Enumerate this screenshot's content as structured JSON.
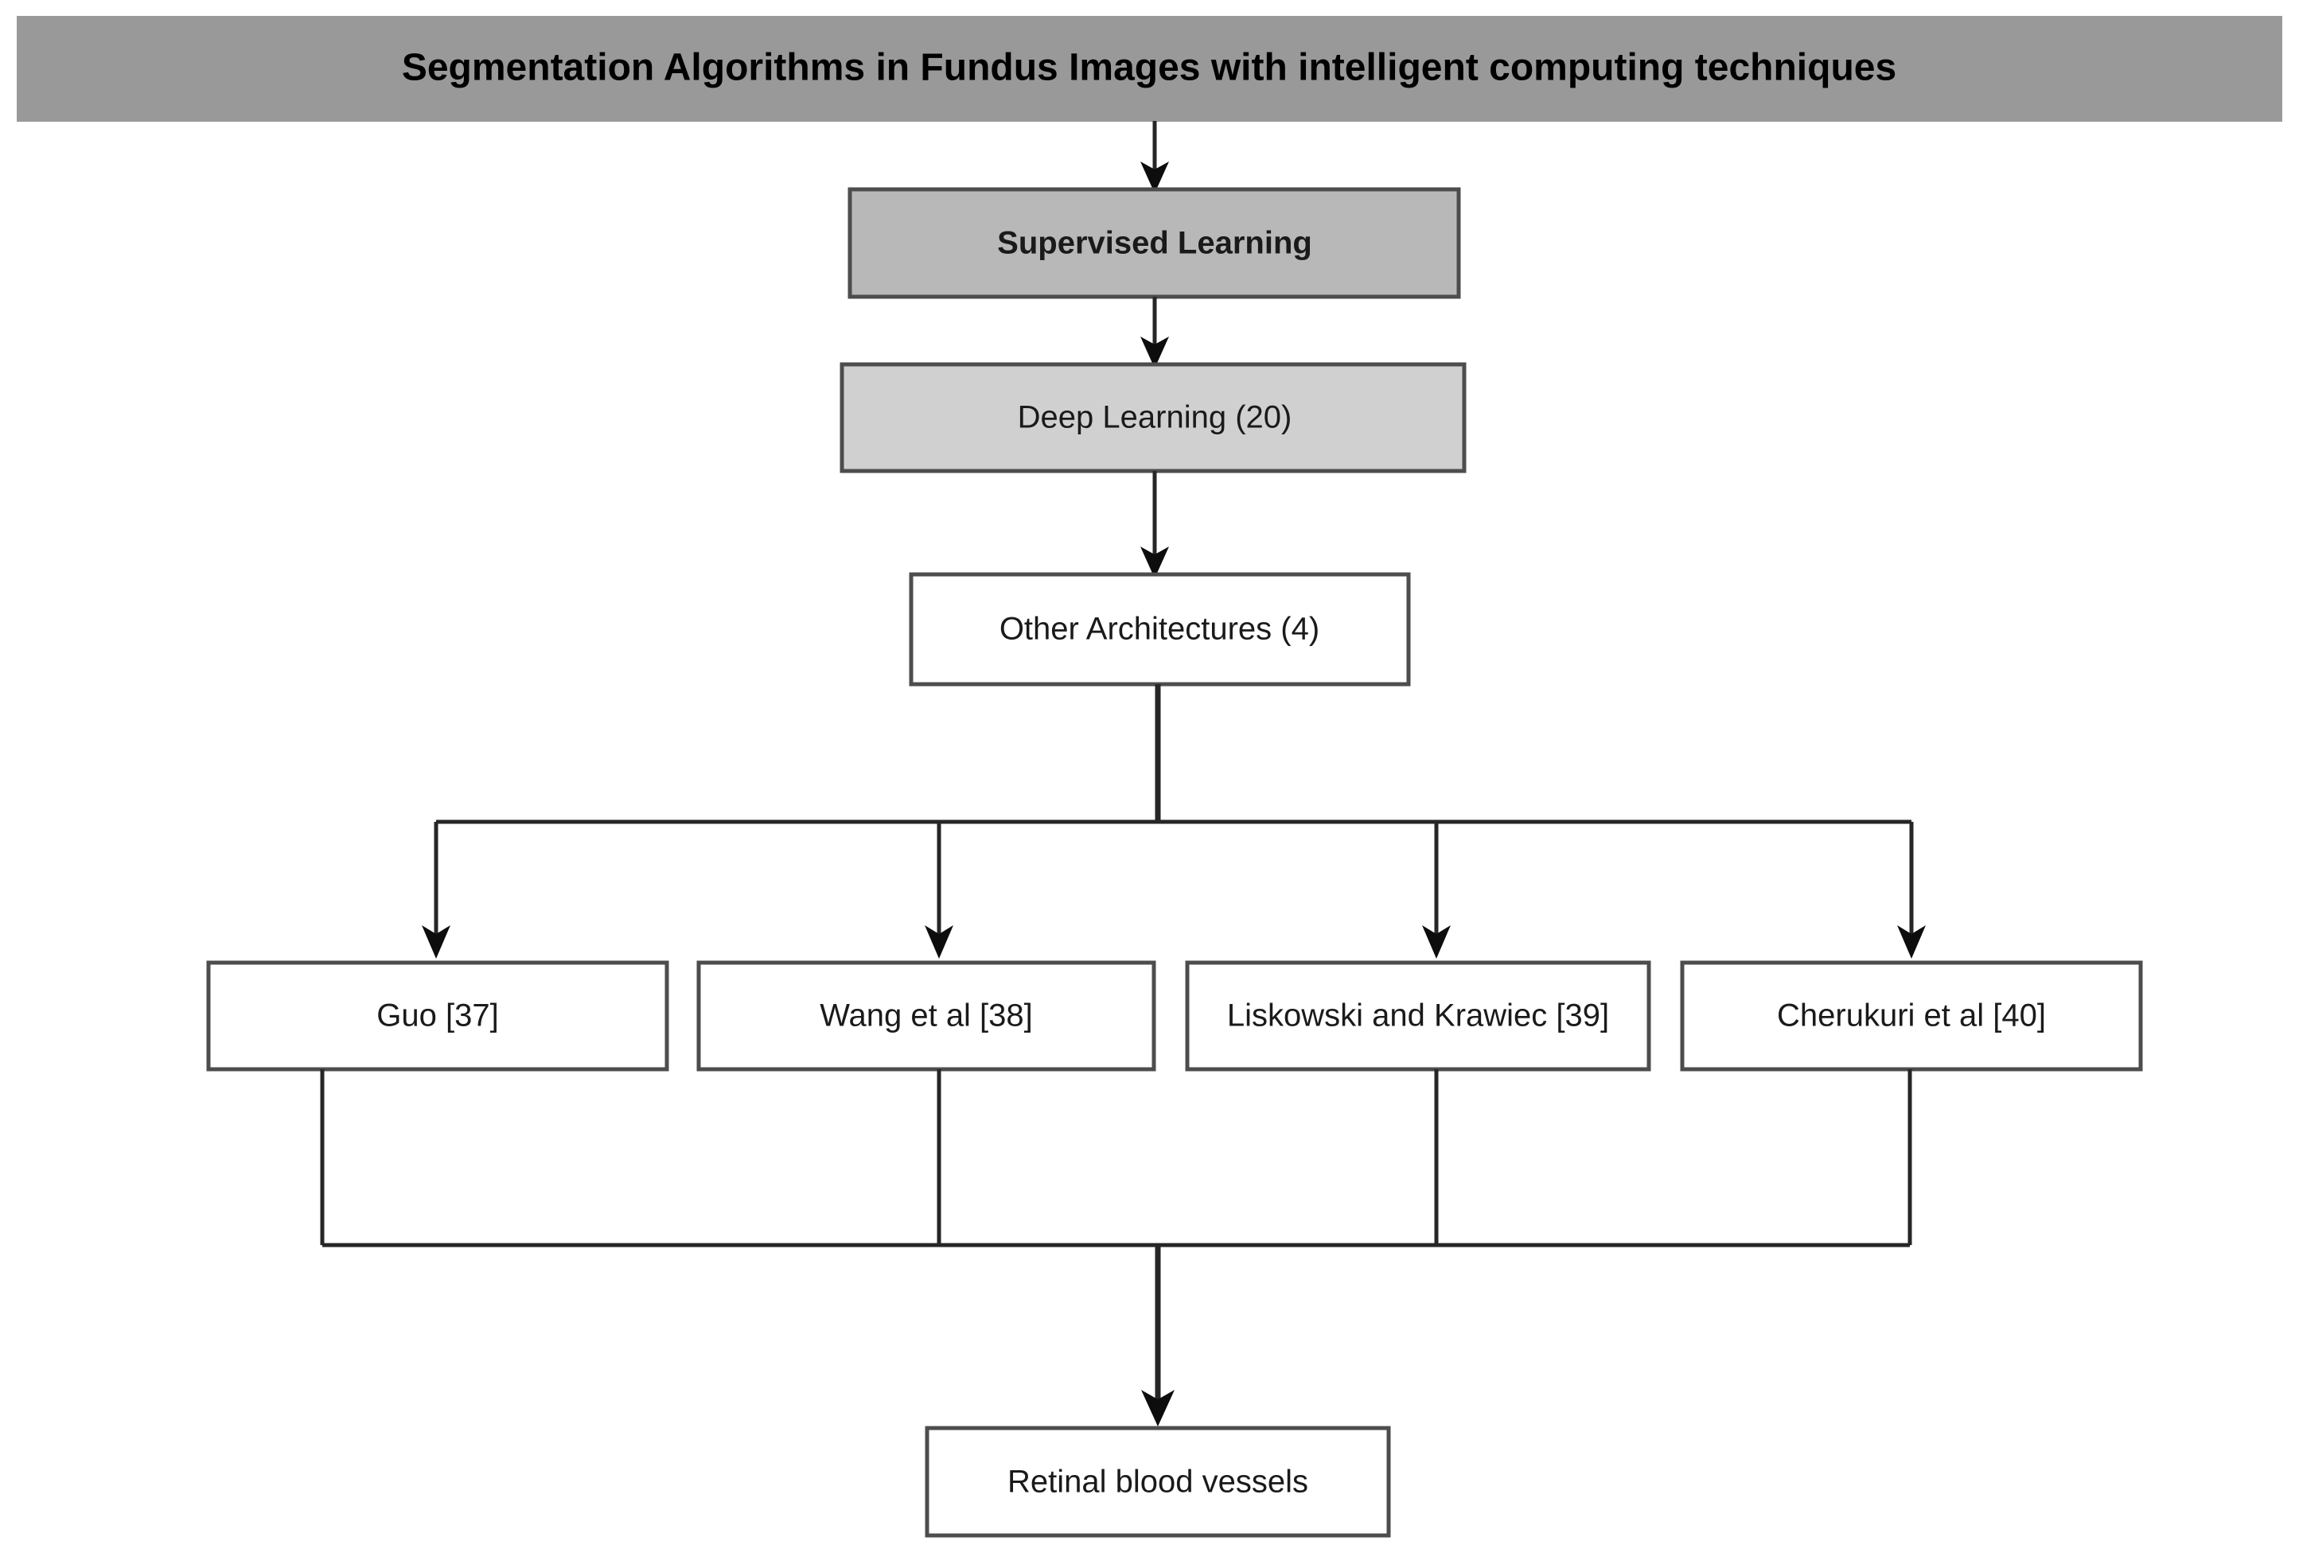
{
  "diagram": {
    "type": "flowchart",
    "orientation": "top-down",
    "background_color": "#ffffff",
    "banner": {
      "title": "Segmentation Algorithms in Fundus Images with intelligent computing techniques",
      "fill_color": "#999999",
      "text_color": "#000000",
      "bold": true
    },
    "nodes": [
      {
        "id": "supervised-learning",
        "label": "Supervised Learning",
        "fill_color": "#b8b8b8",
        "border_color": "#4d4d4d",
        "bold": true,
        "level": 1
      },
      {
        "id": "deep-learning",
        "label": "Deep Learning (20)",
        "count": 20,
        "fill_color": "#d0d0d0",
        "border_color": "#4d4d4d",
        "bold": false,
        "level": 2
      },
      {
        "id": "other-architectures",
        "label": "Other Architectures (4)",
        "count": 4,
        "fill_color": "#ffffff",
        "border_color": "#4d4d4d",
        "bold": false,
        "level": 3
      },
      {
        "id": "guo-37",
        "label": "Guo [37]",
        "reference": "37",
        "fill_color": "#ffffff",
        "border_color": "#4d4d4d",
        "bold": false,
        "level": 4
      },
      {
        "id": "wang-et-al-38",
        "label": "Wang et al [38]",
        "reference": "38",
        "fill_color": "#ffffff",
        "border_color": "#4d4d4d",
        "bold": false,
        "level": 4
      },
      {
        "id": "liskowski-and-krawiec-39",
        "label": "Liskowski and Krawiec [39]",
        "reference": "39",
        "fill_color": "#ffffff",
        "border_color": "#4d4d4d",
        "bold": false,
        "level": 4
      },
      {
        "id": "cherukuri-et-al-40",
        "label": "Cherukuri et al [40]",
        "reference": "40",
        "fill_color": "#ffffff",
        "border_color": "#4d4d4d",
        "bold": false,
        "level": 4
      },
      {
        "id": "retinal-blood-vessels",
        "label": "Retinal blood vessels",
        "fill_color": "#ffffff",
        "border_color": "#4d4d4d",
        "bold": false,
        "level": 5
      }
    ],
    "edges": [
      {
        "from": "banner",
        "to": "supervised-learning",
        "style": "arrow"
      },
      {
        "from": "supervised-learning",
        "to": "deep-learning",
        "style": "arrow"
      },
      {
        "from": "deep-learning",
        "to": "other-architectures",
        "style": "arrow"
      },
      {
        "from": "other-architectures",
        "to": "guo-37",
        "style": "arrow"
      },
      {
        "from": "other-architectures",
        "to": "wang-et-al-38",
        "style": "arrow"
      },
      {
        "from": "other-architectures",
        "to": "liskowski-and-krawiec-39",
        "style": "arrow"
      },
      {
        "from": "other-architectures",
        "to": "cherukuri-et-al-40",
        "style": "arrow"
      },
      {
        "from": "guo-37",
        "to": "retinal-blood-vessels",
        "style": "merge"
      },
      {
        "from": "wang-et-al-38",
        "to": "retinal-blood-vessels",
        "style": "merge"
      },
      {
        "from": "liskowski-and-krawiec-39",
        "to": "retinal-blood-vessels",
        "style": "merge"
      },
      {
        "from": "cherukuri-et-al-40",
        "to": "retinal-blood-vessels",
        "style": "merge"
      }
    ]
  }
}
